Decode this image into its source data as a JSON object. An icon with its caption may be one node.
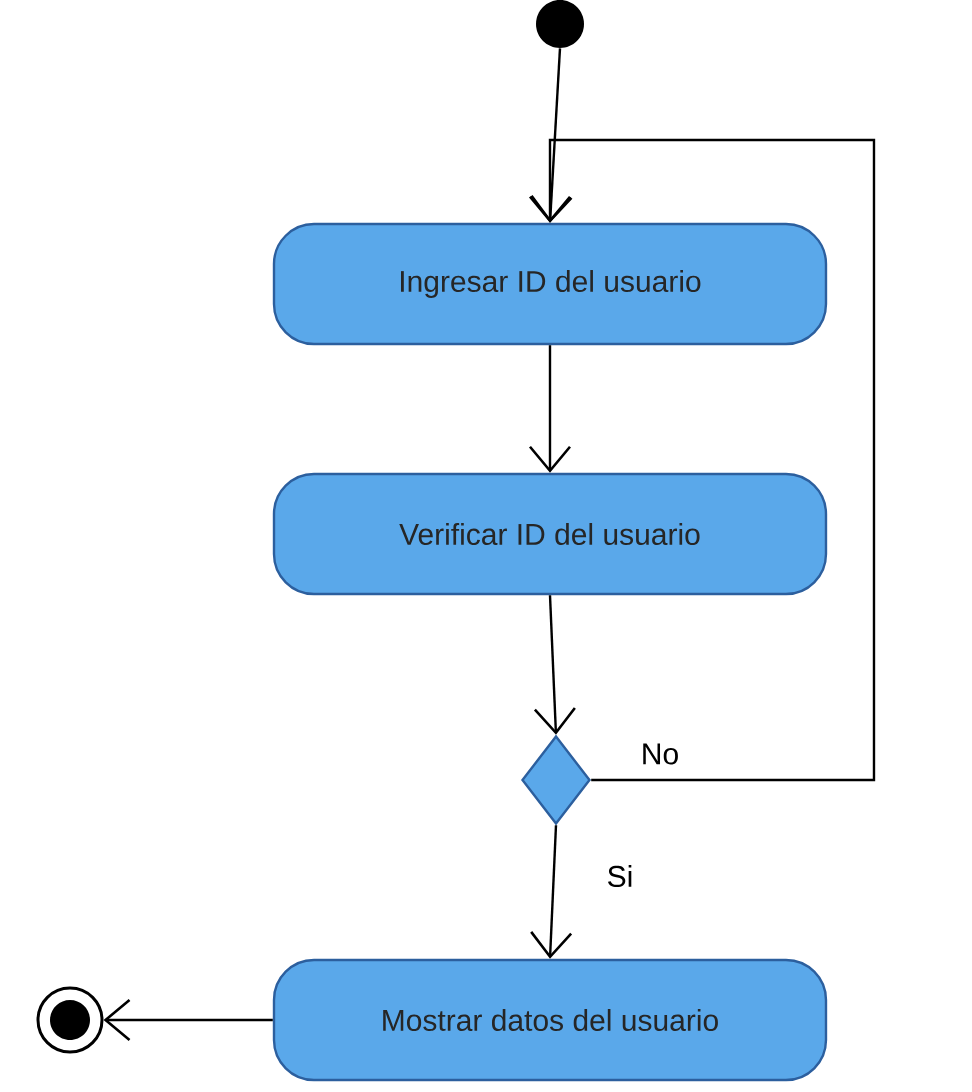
{
  "diagram": {
    "nodes": [
      {
        "text": [],
        "shape": "circle"
      },
      {
        "text": [
          "Ingresar ID del usuario"
        ]
      },
      {
        "text": [
          "Verificar ID del usuario"
        ]
      },
      {
        "text": [],
        "shape": "diamond"
      },
      {
        "text": [
          "Mostrar datos del usuario"
        ]
      },
      {
        "text": [],
        "shape": "circle"
      }
    ],
    "edges": [
      {
        "from": 0,
        "to": 1,
        "arrow": "to"
      },
      {
        "from": 1,
        "to": 2,
        "arrow": "to"
      },
      {
        "from": 2,
        "to": 3,
        "arrow": "to"
      },
      {
        "from": 3,
        "to": 1,
        "arrow": "to",
        "label": "No"
      },
      {
        "from": 3,
        "to": 4,
        "arrow": "to",
        "label": "Si"
      },
      {
        "from": 4,
        "to": 5,
        "arrow": "to"
      }
    ]
  }
}
